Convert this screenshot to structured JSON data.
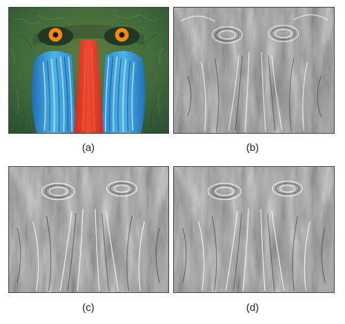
{
  "figure": {
    "panels": [
      {
        "id": "a",
        "label": "(a)",
        "content": "mandrill-photo",
        "colors": {
          "face_blue": "#3aa8e0",
          "nose_red": "#e8402c",
          "fur_green": "#4f7a3a",
          "eye_orange": "#f08a10"
        }
      },
      {
        "id": "b",
        "label": "(b)",
        "content": "flow-texture"
      },
      {
        "id": "c",
        "label": "(c)",
        "content": "flow-texture"
      },
      {
        "id": "d",
        "label": "(d)",
        "content": "flow-texture"
      }
    ]
  }
}
